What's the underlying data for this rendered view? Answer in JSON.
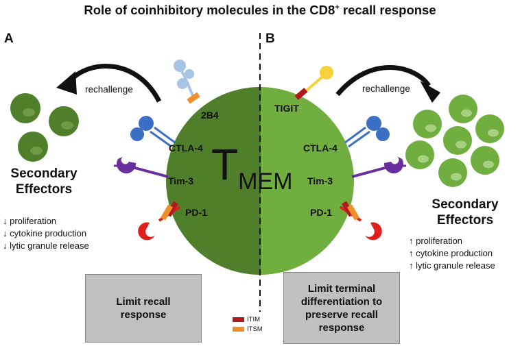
{
  "title": {
    "main": "Role of coinhibitory molecules in the CD8",
    "sup": "+",
    "rest": " recall response"
  },
  "panels": {
    "a": "A",
    "b": "B"
  },
  "cell": {
    "t": "T",
    "sub": "MEM"
  },
  "left": {
    "rechallenge": "rechallenge",
    "secondary_line1": "Secondary",
    "secondary_line2": "Effectors",
    "effects": [
      "↓ proliferation",
      "↓ cytokine production",
      "↓ lytic granule release"
    ],
    "receptors": {
      "r1": "2B4",
      "r2": "CTLA-4",
      "r3": "Tim-3",
      "r4": "PD-1"
    },
    "box_line1": "Limit recall",
    "box_line2": "response"
  },
  "right": {
    "rechallenge": "rechallenge",
    "secondary_line1": "Secondary",
    "secondary_line2": "Effectors",
    "effects": [
      "↑ proliferation",
      "↑ cytokine production",
      "↑ lytic granule release"
    ],
    "receptors": {
      "r1": "TIGIT",
      "r2": "CTLA-4",
      "r3": "Tim-3",
      "r4": "PD-1"
    },
    "box_lines": [
      "Limit terminal",
      "differentiation to",
      "preserve recall",
      "response"
    ]
  },
  "legend": {
    "itim": "ITIM",
    "itsm": "ITSM"
  },
  "colors": {
    "cell_left": "#4f7f2b",
    "cell_right": "#6fae3f",
    "itim": "#b0191e",
    "itsm": "#f0902a",
    "ctla4": "#3a6fc4",
    "tim3": "#6a2e9e",
    "pd1": "#e0201c",
    "b24": "#a7c4e4",
    "tigit": "#f5d23a"
  }
}
